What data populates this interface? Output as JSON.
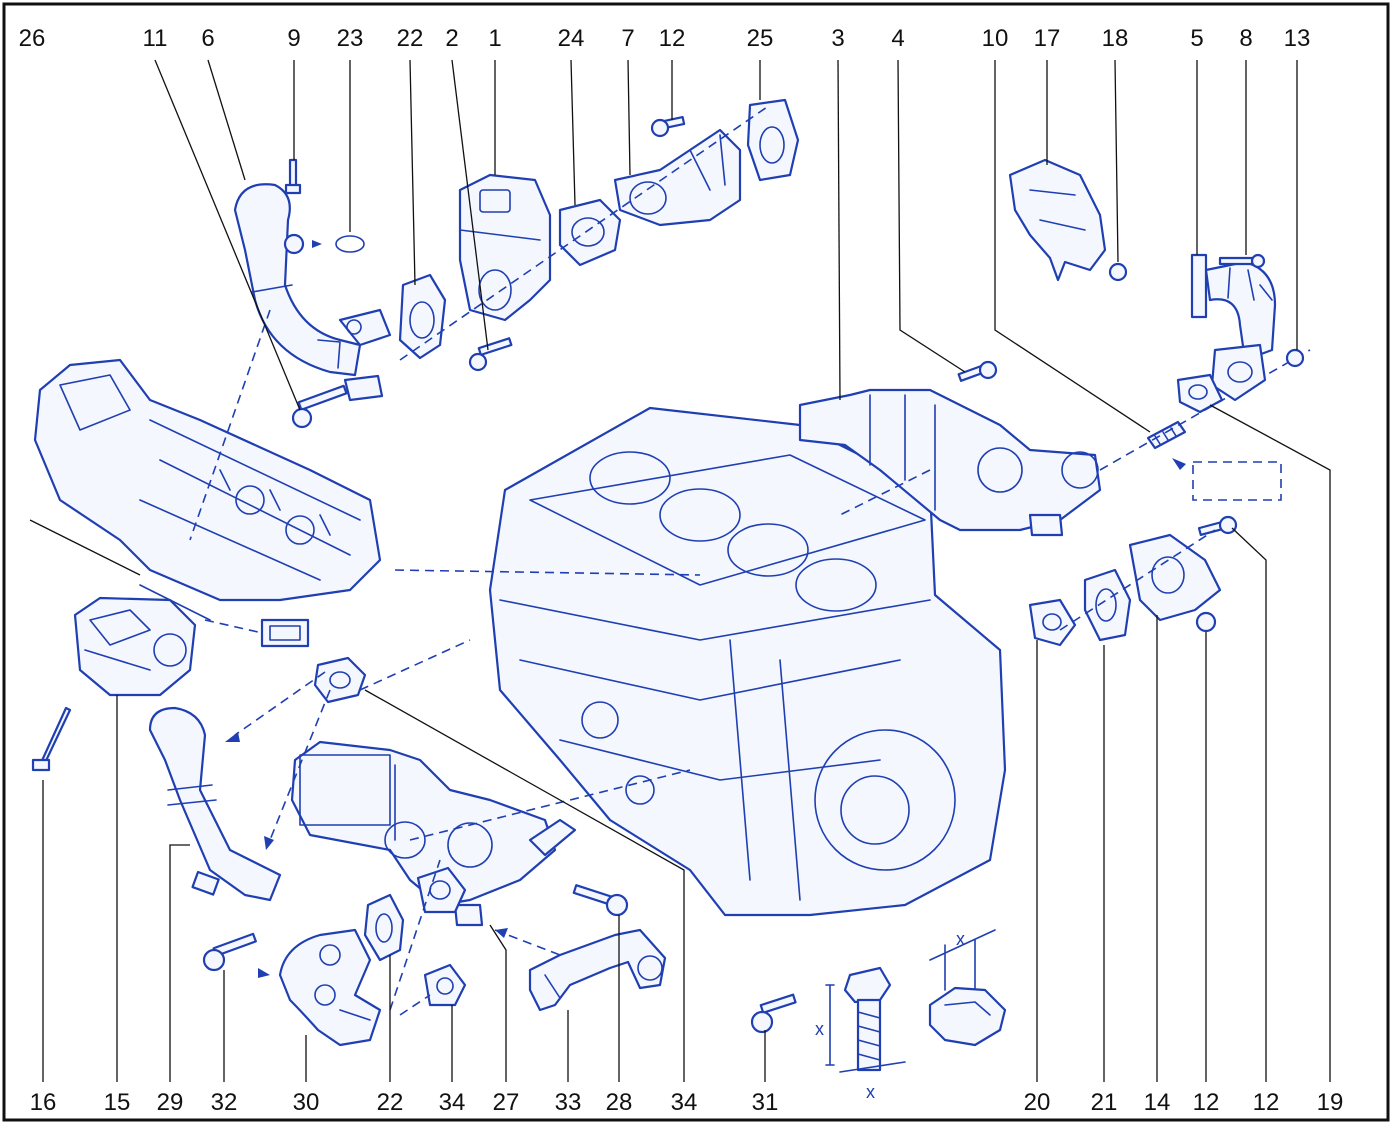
{
  "diagram": {
    "callouts_top": [
      "26",
      "11",
      "6",
      "9",
      "23",
      "22",
      "2",
      "1",
      "24",
      "7",
      "12",
      "25",
      "3",
      "4",
      "10",
      "17",
      "18",
      "5",
      "8",
      "13"
    ],
    "callouts_bottom": [
      "16",
      "15",
      "29",
      "32",
      "30",
      "22",
      "34",
      "27",
      "33",
      "28",
      "34",
      "31",
      "20",
      "21",
      "14",
      "12",
      "12",
      "19"
    ],
    "dimension_labels": [
      "x",
      "x",
      "x"
    ],
    "colors": {
      "line_art": "#1f3fb2",
      "frame": "#111111",
      "text": "#111111"
    }
  }
}
